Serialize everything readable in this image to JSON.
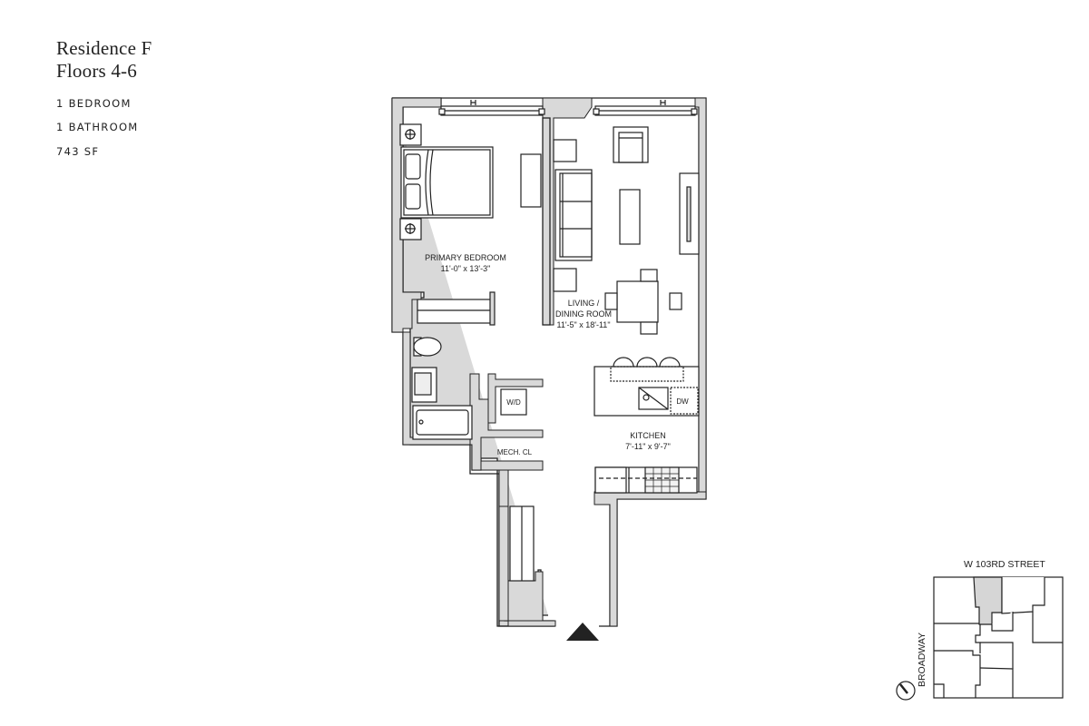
{
  "header": {
    "residence": "Residence F",
    "floors": "Floors 4-6"
  },
  "specs": {
    "bedrooms": "1 BEDROOM",
    "bathrooms": "1 BATHROOM",
    "area": "743 SF"
  },
  "rooms": {
    "primary_bedroom": {
      "name": "PRIMARY BEDROOM",
      "dims": "11'-0\" x 13'-3\""
    },
    "living": {
      "name_line1": "LIVING /",
      "name_line2": "DINING ROOM",
      "dims": "11'-5\" x 18'-11\""
    },
    "kitchen": {
      "name": "KITCHEN",
      "dims": "7'-11\" x 9'-7\""
    },
    "washer_dryer": "W/D",
    "mech_closet": "MECH. CL",
    "dishwasher": "DW"
  },
  "key_plan": {
    "street_top": "W 103RD STREET",
    "street_left": "BROADWAY"
  },
  "colors": {
    "wall_fill": "#d9d9d9",
    "line": "#222222",
    "entry_arrow": "#222222",
    "highlight_unit": "#d6d6d6"
  }
}
